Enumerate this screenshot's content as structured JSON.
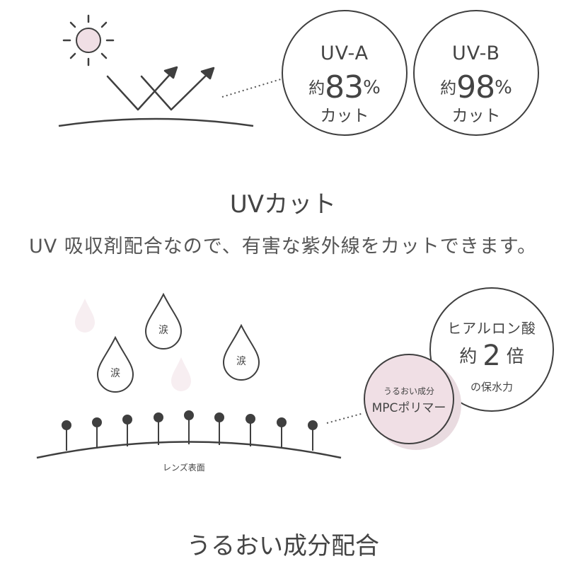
{
  "uv_section": {
    "uva": {
      "title": "UV-A",
      "prefix": "約",
      "value": "83",
      "unit": "%",
      "suffix": "カット"
    },
    "uvb": {
      "title": "UV-B",
      "prefix": "約",
      "value": "98",
      "unit": "%",
      "suffix": "カット"
    },
    "heading": "UVカット",
    "description": "UV 吸収剤配合なので、有害な紫外線をカットできます。"
  },
  "moisture_section": {
    "drops": [
      "涙",
      "涙",
      "涙"
    ],
    "lens_label": "レンズ表面",
    "hyaluronic": {
      "name": "ヒアルロン酸",
      "prefix": "約",
      "value": "2",
      "suffix": "倍",
      "caption": "の保水力"
    },
    "mpc": {
      "caption": "うるおい成分",
      "name": "MPCポリマー"
    },
    "heading": "うるおい成分配合"
  },
  "colors": {
    "line": "#3f3f3f",
    "text": "#444444",
    "accent_pink": "#f0dfe5",
    "light_drop": "#f7eef1",
    "shadow_pink": "#e9dbe0"
  },
  "icons": [
    "sun-icon",
    "uv-reflection-arrow-icon",
    "tear-drop-icon",
    "polymer-molecule-icon"
  ]
}
